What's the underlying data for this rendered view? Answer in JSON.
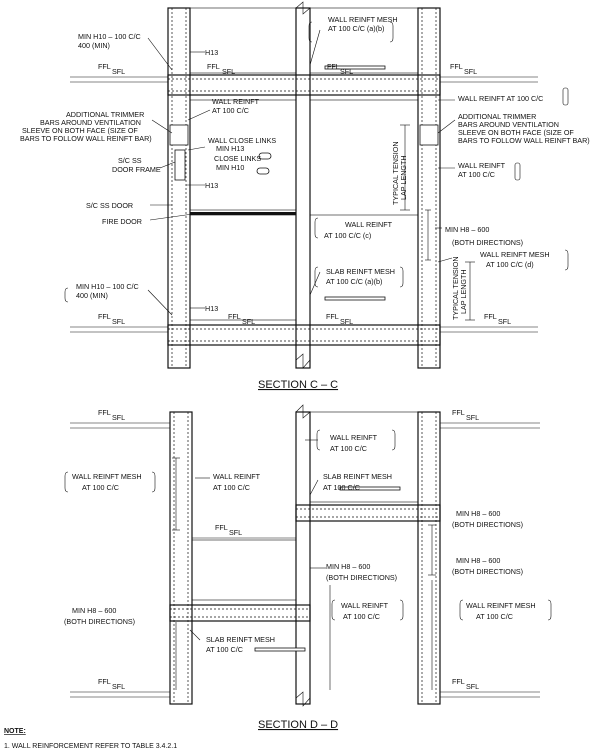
{
  "section_cc": {
    "title": "SECTION C – C",
    "labels": {
      "min_h10_top": [
        "MIN H10 – 100 C/C",
        "400 (MIN)"
      ],
      "h13_top": "H13",
      "additional_trimmer_left": [
        "ADDITIONAL TRIMMER",
        "BARS AROUND VENTILATION",
        "SLEEVE ON BOTH FACE (SIZE OF",
        "BARS TO FOLLOW WALL REINFT BAR)"
      ],
      "wall_reinft_mid": [
        "WALL REINFT",
        "AT 100 C/C"
      ],
      "wall_close_links": [
        "WALL CLOSE LINKS",
        "MIN H13"
      ],
      "close_links": [
        "CLOSE LINKS",
        "MIN H10"
      ],
      "sc_ss_door_frame": [
        "S/C SS",
        "DOOR FRAME"
      ],
      "h13_mid": "H13",
      "sc_ss_door": "S/C SS DOOR",
      "fire_door": "FIRE DOOR",
      "min_h10_bottom": [
        "MIN H10 – 100 C/C",
        "400 (MIN)"
      ],
      "h13_bottom": "H13",
      "wall_reinft_mesh_top": [
        "WALL REINFT MESH",
        "AT 100 C/C (a)(b)"
      ],
      "wall_reinft_right": "WALL REINFT AT 100 C/C",
      "additional_trimmer_right": [
        "ADDITIONAL TRIMMER",
        "BARS AROUND VENTILATION",
        "SLEEVE ON BOTH FACE (SIZE OF",
        "BARS TO FOLLOW WALL REINFT BAR)"
      ],
      "wall_reinft_right2": [
        "WALL REINFT",
        "AT 100 C/C"
      ],
      "typical_tension_lap": [
        "TYPICAL TENSION",
        "LAP LENGTH"
      ],
      "wall_reinft_c": [
        "WALL REINFT",
        "AT 100 C/C (c)"
      ],
      "min_h8_600": [
        "MIN H8 – 600",
        "(BOTH DIRECTIONS)"
      ],
      "wall_reinft_mesh_d": [
        "WALL REINFT MESH",
        "AT 100 C/C (d)"
      ],
      "slab_reinft_mesh": [
        "SLAB REINFT MESH",
        "AT 100 C/C (a)(b)"
      ],
      "typical_tension_lap2": [
        "TYPICAL TENSION",
        "LAP LENGTH"
      ]
    }
  },
  "section_dd": {
    "title": "SECTION D – D",
    "labels": {
      "wall_reinft_mesh_left": [
        "WALL REINFT MESH",
        "AT 100 C/C"
      ],
      "wall_reinft_left": [
        "WALL REINFT",
        "AT 100 C/C"
      ],
      "min_h8_left": [
        "MIN H8 – 600",
        "(BOTH DIRECTIONS)"
      ],
      "slab_reinft_mesh_bottom": [
        "SLAB REINFT MESH",
        "AT 100 C/C"
      ],
      "wall_reinft_top": [
        "WALL REINFT",
        "AT 100 C/C"
      ],
      "slab_reinft_mesh_top": [
        "SLAB REINFT MESH",
        "AT 100 C/C"
      ],
      "min_h8_right1": [
        "MIN H8 – 600",
        "(BOTH DIRECTIONS)"
      ],
      "min_h8_right2": [
        "MIN H8 – 600",
        "(BOTH DIRECTIONS)"
      ],
      "min_h8_center": [
        "MIN H8 – 600",
        "(BOTH DIRECTIONS)"
      ],
      "wall_reinft_center": [
        "WALL REINFT",
        "AT 100 C/C"
      ],
      "wall_reinft_mesh_right": [
        "WALL REINFT MESH",
        "AT 100 C/C"
      ]
    }
  },
  "levels": {
    "ffl": "FFL",
    "sfl": "SFL"
  },
  "notes": {
    "heading": "NOTE:",
    "items": [
      "1. WALL REINFORCEMENT REFER TO TABLE 3.4.2.1"
    ]
  }
}
